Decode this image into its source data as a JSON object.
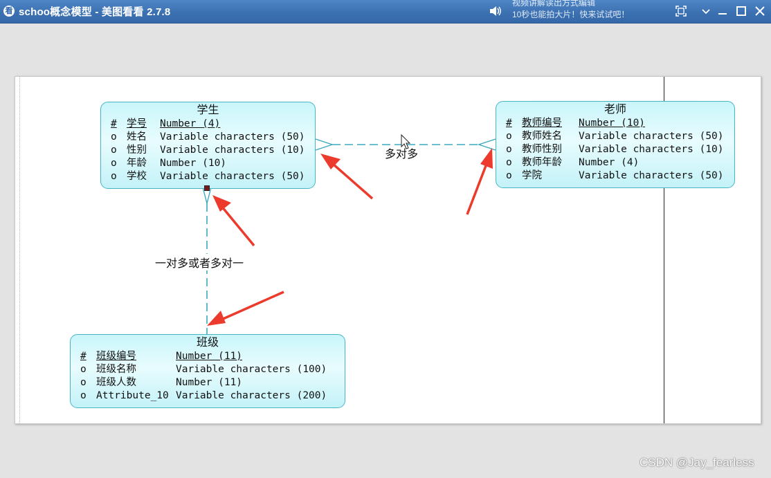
{
  "window": {
    "app_icon_glyph": "看",
    "title": "schoo概念模型 - 美图看看 2.7.8",
    "notice_line1": "视频讲解读出方式编辑",
    "notice_line2": "10秒也能拍大片！快来试试吧！"
  },
  "entities": {
    "student": {
      "title": "学生",
      "attrs": [
        {
          "marker": "#",
          "name": "学号",
          "type": "Number (4)"
        },
        {
          "marker": "o",
          "name": "姓名",
          "type": "Variable characters (50)"
        },
        {
          "marker": "o",
          "name": "性别",
          "type": "Variable characters (10)"
        },
        {
          "marker": "o",
          "name": "年龄",
          "type": "Number (10)"
        },
        {
          "marker": "o",
          "name": "学校",
          "type": "Variable characters (50)"
        }
      ]
    },
    "teacher": {
      "title": "老师",
      "attrs": [
        {
          "marker": "#",
          "name": "教师编号",
          "type": "Number (10)"
        },
        {
          "marker": "o",
          "name": "教师姓名",
          "type": "Variable characters (50)"
        },
        {
          "marker": "o",
          "name": "教师性别",
          "type": "Variable characters (10)"
        },
        {
          "marker": "o",
          "name": "教师年龄",
          "type": "Number (4)"
        },
        {
          "marker": "o",
          "name": "学院",
          "type": "Variable characters (50)"
        }
      ]
    },
    "class": {
      "title": "班级",
      "attrs": [
        {
          "marker": "#",
          "name": "班级编号",
          "type": "Number (11)"
        },
        {
          "marker": "o",
          "name": "班级名称",
          "type": "Variable characters (100)"
        },
        {
          "marker": "o",
          "name": "班级人数",
          "type": "Number (11)"
        },
        {
          "marker": "o",
          "name": "Attribute_10",
          "type": "Variable characters (200)"
        }
      ]
    }
  },
  "relationships": {
    "student_teacher": "多对多",
    "student_class": "一对多或者多对一"
  },
  "colors": {
    "entity_border": "#45b5c4",
    "link": "#3aa9bd",
    "arrow": "#ec3b2c",
    "titlebar": "#3a6fb0"
  },
  "watermark": "CSDN @Jay_fearless"
}
